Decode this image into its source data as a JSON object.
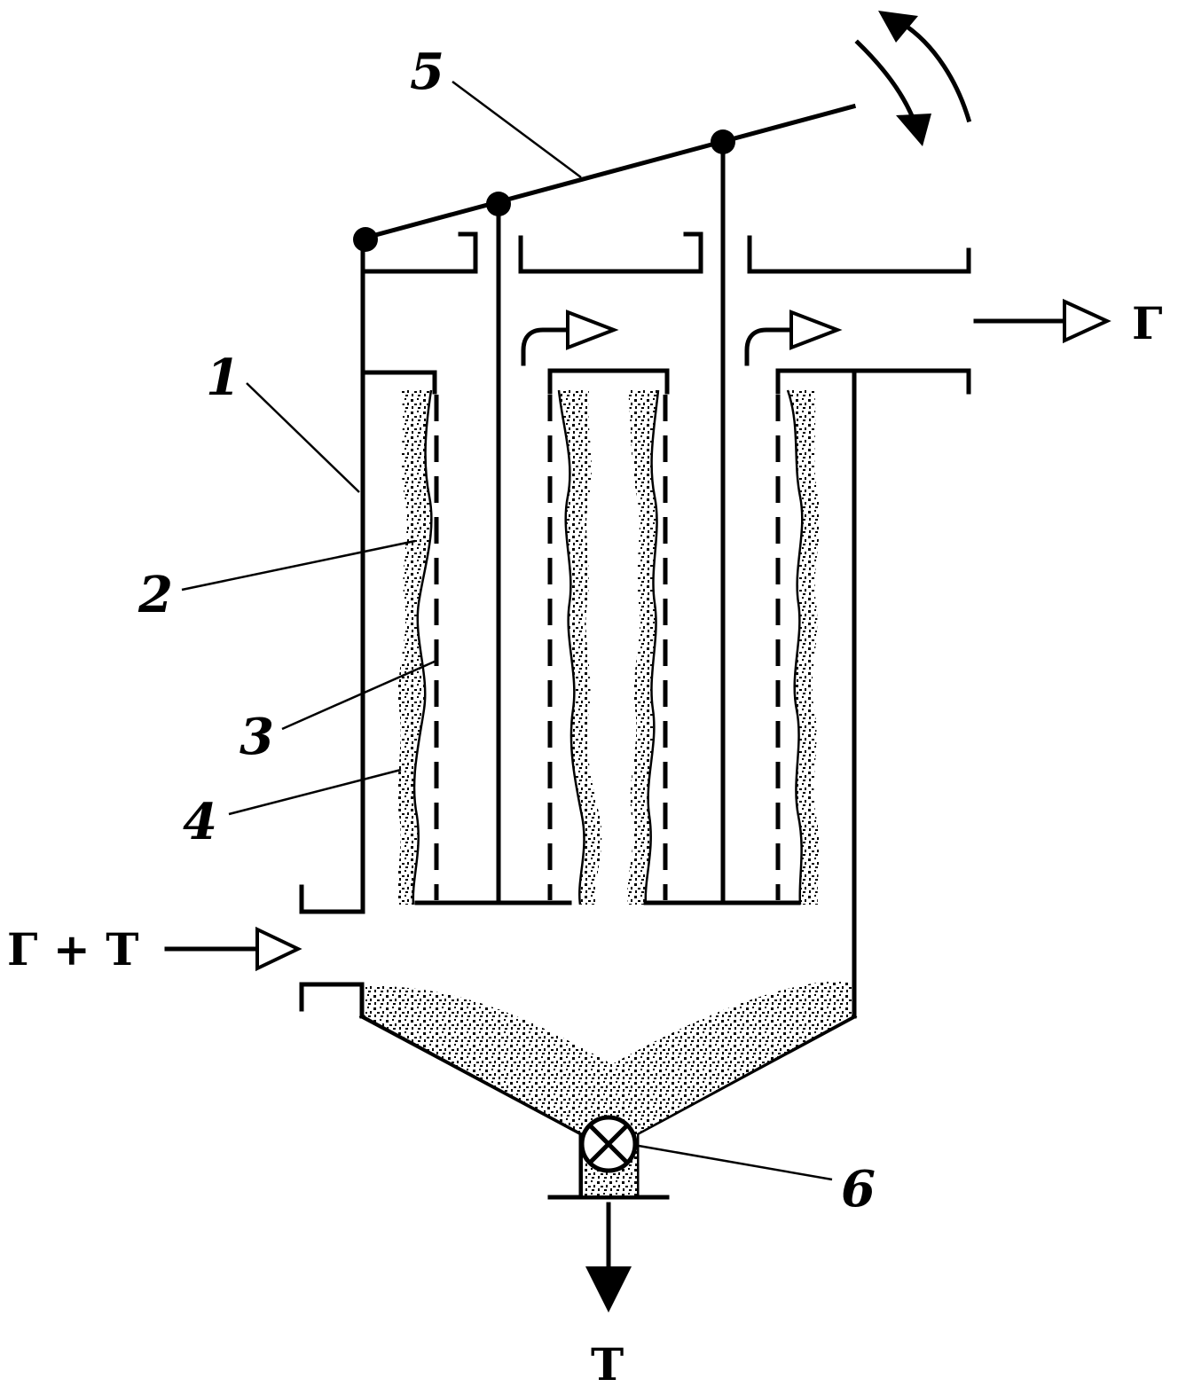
{
  "labels": {
    "part_1": "1",
    "part_2": "2",
    "part_3": "3",
    "part_4": "4",
    "part_5": "5",
    "part_6": "6"
  },
  "flows": {
    "inlet": "Г + Т",
    "gas_out": "Г",
    "solids_out": "Т"
  }
}
